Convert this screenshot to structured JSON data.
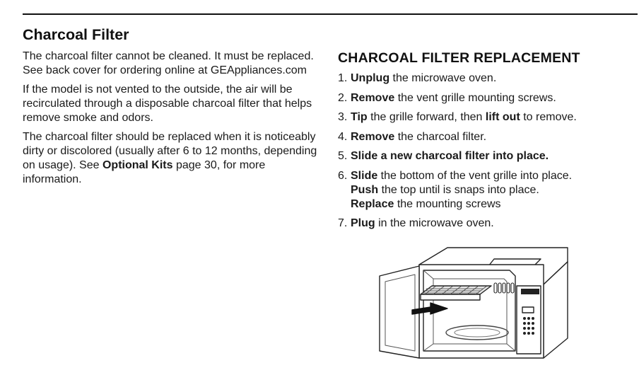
{
  "section": {
    "title": "Charcoal Filter",
    "paragraphs": [
      {
        "text": "The charcoal filter cannot be cleaned. It must be replaced. See back cover for ordering online at GEAppliances.com"
      },
      {
        "text": "If the model is not vented to the outside, the air will be recirculated through a disposable charcoal filter that helps remove smoke and odors."
      },
      {
        "before": "The charcoal filter should be replaced when it is noticeably dirty or discolored (usually after 6 to 12 months, depending on usage). See ",
        "bold": "Optional Kits",
        "after": " page 30, for more information."
      }
    ]
  },
  "replacement": {
    "title": "CHARCOAL FILTER REPLACEMENT",
    "steps": [
      {
        "num": "1.",
        "bold": "Unplug",
        "text": " the microwave oven."
      },
      {
        "num": "2.",
        "bold": "Remove",
        "text": " the vent grille mounting screws."
      },
      {
        "num": "3.",
        "bold": "Tip",
        "text": " the grille forward, then ",
        "bold2": "lift out",
        "text2": " to remove."
      },
      {
        "num": "4.",
        "bold": "Remove",
        "text": " the charcoal filter."
      },
      {
        "num": "5.",
        "bold": "Slide a new charcoal filter into place.",
        "text": ""
      },
      {
        "num": "6.",
        "bold": "Slide",
        "text": " the bottom of the vent grille into place.",
        "line2_bold": "Push",
        "line2_text": " the top until is snaps into place.",
        "line3_bold": "Replace",
        "line3_text": " the mounting screws"
      },
      {
        "num": "7.",
        "bold": "Plug",
        "text": " in the microwave oven."
      }
    ]
  },
  "illustration": {
    "icon": "microwave-filter-replacement-illustration"
  }
}
